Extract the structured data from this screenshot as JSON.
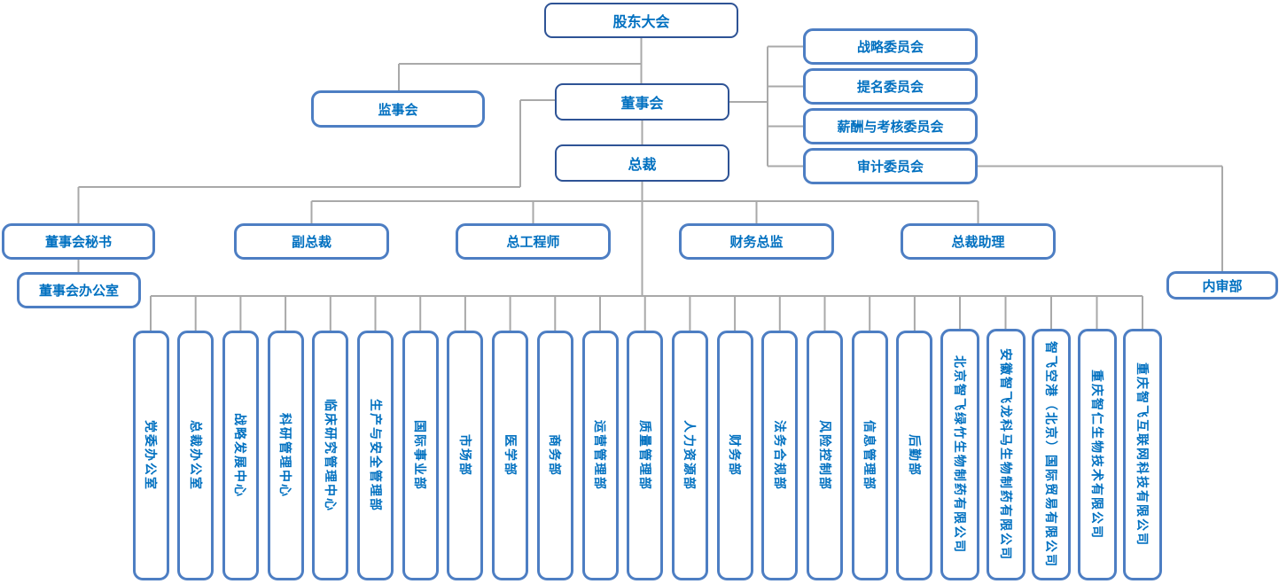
{
  "colors": {
    "node_text": "#0070C0",
    "border_dark": "#2E5395",
    "border_light": "#4D7EC3",
    "connector": "#A9A9A9"
  },
  "nodes": {
    "shareholders_meeting": "股东大会",
    "supervisory_board": "监事会",
    "board_of_directors": "董事会",
    "president": "总裁",
    "committees": [
      "战略委员会",
      "提名委员会",
      "薪酬与考核委员会",
      "审计委员会"
    ],
    "internal_audit_dept": "内审部",
    "board_secretary": "董事会秘书",
    "board_office": "董事会办公室",
    "executives": [
      "副总裁",
      "总工程师",
      "财务总监",
      "总裁助理"
    ],
    "departments": [
      "党委办公室",
      "总裁办公室",
      "战略发展中心",
      "科研管理中心",
      "临床研究管理中心",
      "生产与安全管理部",
      "国际事业部",
      "市场部",
      "医学部",
      "商务部",
      "运营管理部",
      "质量管理部",
      "人力资源部",
      "财务部",
      "法务合规部",
      "风险控制部",
      "信息管理部",
      "后勤部"
    ],
    "subsidiaries": [
      "北京智飞绿竹生物制药有限公司",
      "安徽智飞龙科马生物制药有限公司",
      "智飞空港（北京）国际贸易有限公司",
      "重庆智仁生物技术有限公司",
      "重庆智飞互联网科技有限公司"
    ]
  }
}
